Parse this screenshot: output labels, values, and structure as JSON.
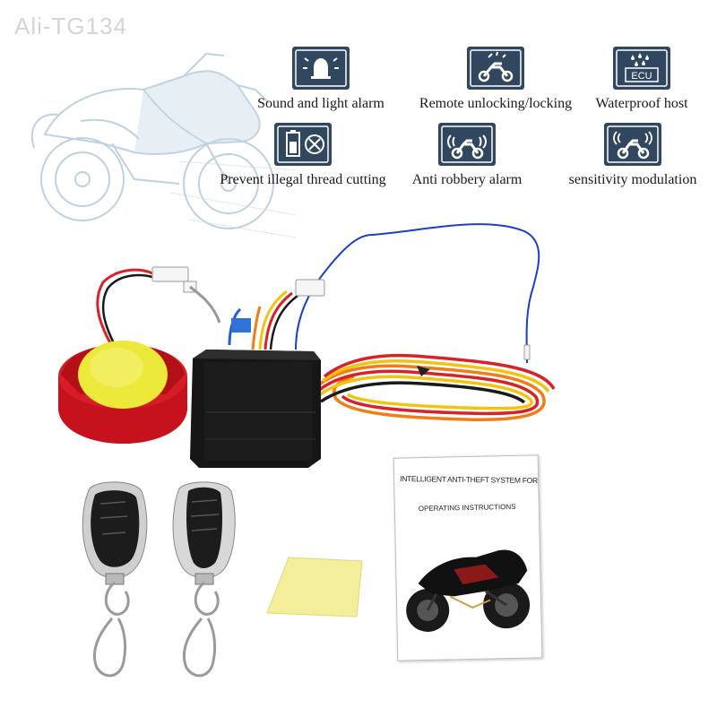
{
  "watermark": "Ali-TG134",
  "features": [
    {
      "label": "Sound and light alarm",
      "icon": "bell-icon"
    },
    {
      "label": "Remote unlocking/locking",
      "icon": "motorcycle-signal-icon"
    },
    {
      "label": "Waterproof host",
      "icon": "ecu-waterproof-icon",
      "icon_text": "ECU"
    },
    {
      "label": "Prevent illegal thread cutting",
      "icon": "battery-cut-icon"
    },
    {
      "label": "Anti robbery alarm",
      "icon": "motorcycle-alarm-icon"
    },
    {
      "label": "sensitivity modulation",
      "icon": "motorcycle-sensitivity-icon"
    }
  ],
  "manual": {
    "title": "INTELLIGENT ANTI-THEFT SYSTEM FOR MOTORCYCLE",
    "subtitle": "OPERATING INSTRUCTIONS"
  },
  "colors": {
    "icon_bg": "#31475f",
    "siren_red": "#c6121d",
    "siren_yellow": "#ece93a",
    "box_black": "#1c1c1c",
    "wire_blue": "#1e3fbf",
    "wire_red": "#d6232a",
    "wire_yellow": "#f1c412",
    "wire_orange": "#ef7d18",
    "sticker": "#f3ee9a",
    "sketch_blue": "#a9c2d8"
  }
}
